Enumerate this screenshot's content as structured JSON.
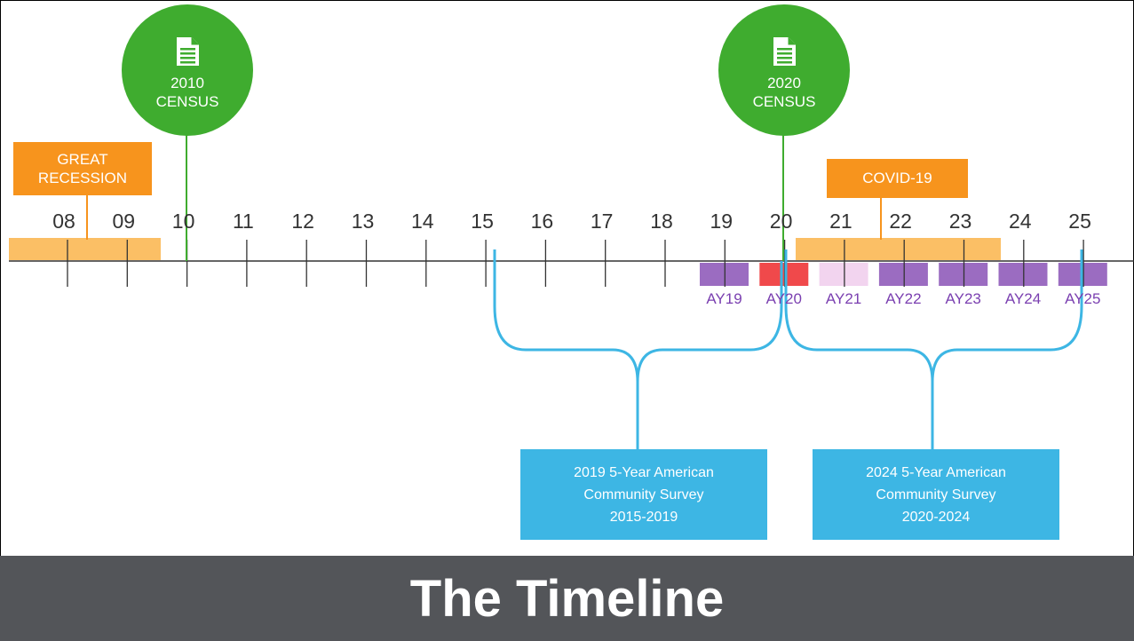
{
  "title": "The Timeline",
  "years": [
    "08",
    "09",
    "10",
    "11",
    "12",
    "13",
    "14",
    "15",
    "16",
    "17",
    "18",
    "19",
    "20",
    "21",
    "22",
    "23",
    "24",
    "25"
  ],
  "events": {
    "great_recession": "GREAT\nRECESSION",
    "covid": "COVID-19",
    "census_2010_year": "2010",
    "census_2010_label": "CENSUS",
    "census_2020_year": "2020",
    "census_2020_label": "CENSUS"
  },
  "ay": [
    {
      "label": "AY19",
      "color": "#9b6cc1"
    },
    {
      "label": "AY20",
      "color": "#f0494b"
    },
    {
      "label": "AY21",
      "color": "#f2d4ef"
    },
    {
      "label": "AY22",
      "color": "#9b6cc1"
    },
    {
      "label": "AY23",
      "color": "#9b6cc1"
    },
    {
      "label": "AY24",
      "color": "#9b6cc1"
    },
    {
      "label": "AY25",
      "color": "#9b6cc1"
    }
  ],
  "acs": [
    {
      "line1": "2019 5-Year American",
      "line2": "Community Survey",
      "line3": "2015-2019"
    },
    {
      "line1": "2024 5-Year American",
      "line2": "Community Survey",
      "line3": "2020-2024"
    }
  ],
  "colors": {
    "orange": "#f7941d",
    "light_orange": "#fbbf65",
    "green": "#3fac2f",
    "blue": "#3db6e4",
    "footer": "#535559"
  }
}
